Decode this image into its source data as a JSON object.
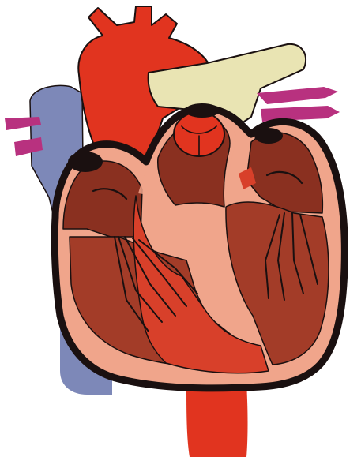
{
  "colors": {
    "background": "#ffffff",
    "aorta": "#e1341f",
    "aorta_dark": "#c42414",
    "pulmonary_artery": "#e9e4b3",
    "pulmonary_vein": "#b8317f",
    "vena_cava": "#7d88b8",
    "vena_cava_dark": "#6b76a6",
    "chamber_wall": "#f0a58b",
    "chamber_dark": "#8a3020",
    "chamber_mid": "#a33c28",
    "septum": "#d8402a",
    "outline": "#1a1010"
  },
  "parts": [
    "aorta",
    "pulmonary-artery",
    "superior-vena-cava",
    "inferior-vena-cava",
    "pulmonary-veins",
    "right-atrium",
    "left-atrium",
    "right-ventricle",
    "left-ventricle",
    "septum",
    "tricuspid-valve",
    "mitral-valve",
    "aortic-valve",
    "descending-aorta"
  ]
}
